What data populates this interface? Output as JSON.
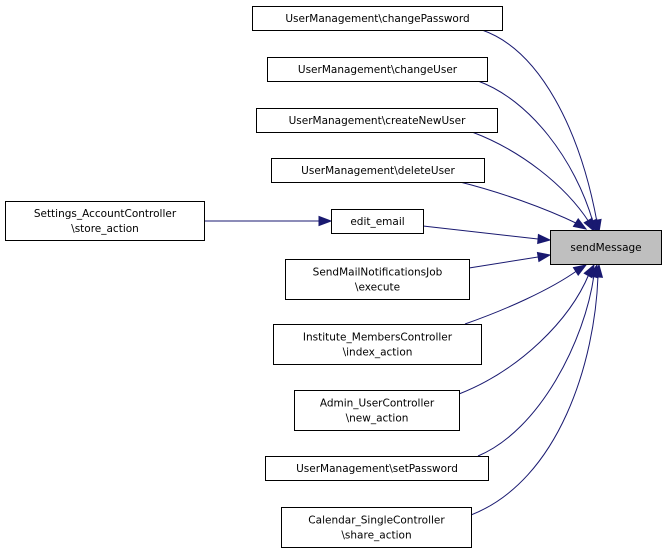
{
  "diagram": {
    "type": "call-graph",
    "focus_node": "sendMessage",
    "colors": {
      "edge": "#191970",
      "focus_fill": "#bfbfbf",
      "node_fill": "#ffffff",
      "node_border": "#000000"
    },
    "nodes": [
      {
        "id": "sendMessage",
        "lines": [
          "sendMessage"
        ],
        "focus": true
      },
      {
        "id": "changePassword",
        "lines": [
          "UserManagement\\changePassword"
        ]
      },
      {
        "id": "changeUser",
        "lines": [
          "UserManagement\\changeUser"
        ]
      },
      {
        "id": "createNewUser",
        "lines": [
          "UserManagement\\createNewUser"
        ]
      },
      {
        "id": "deleteUser",
        "lines": [
          "UserManagement\\deleteUser"
        ]
      },
      {
        "id": "edit_email",
        "lines": [
          "edit_email"
        ]
      },
      {
        "id": "settings_store",
        "lines": [
          "Settings_AccountController",
          "\\store_action"
        ]
      },
      {
        "id": "sendmail_execute",
        "lines": [
          "SendMailNotificationsJob",
          "\\execute"
        ]
      },
      {
        "id": "institute_index",
        "lines": [
          "Institute_MembersController",
          "\\index_action"
        ]
      },
      {
        "id": "admin_new",
        "lines": [
          "Admin_UserController",
          "\\new_action"
        ]
      },
      {
        "id": "setPassword",
        "lines": [
          "UserManagement\\setPassword"
        ]
      },
      {
        "id": "calendar_share",
        "lines": [
          "Calendar_SingleController",
          "\\share_action"
        ]
      }
    ],
    "edges": [
      {
        "from": "changePassword",
        "to": "sendMessage"
      },
      {
        "from": "changeUser",
        "to": "sendMessage"
      },
      {
        "from": "createNewUser",
        "to": "sendMessage"
      },
      {
        "from": "deleteUser",
        "to": "sendMessage"
      },
      {
        "from": "edit_email",
        "to": "sendMessage"
      },
      {
        "from": "settings_store",
        "to": "edit_email"
      },
      {
        "from": "sendmail_execute",
        "to": "sendMessage"
      },
      {
        "from": "institute_index",
        "to": "sendMessage"
      },
      {
        "from": "admin_new",
        "to": "sendMessage"
      },
      {
        "from": "setPassword",
        "to": "sendMessage"
      },
      {
        "from": "calendar_share",
        "to": "sendMessage"
      }
    ]
  }
}
